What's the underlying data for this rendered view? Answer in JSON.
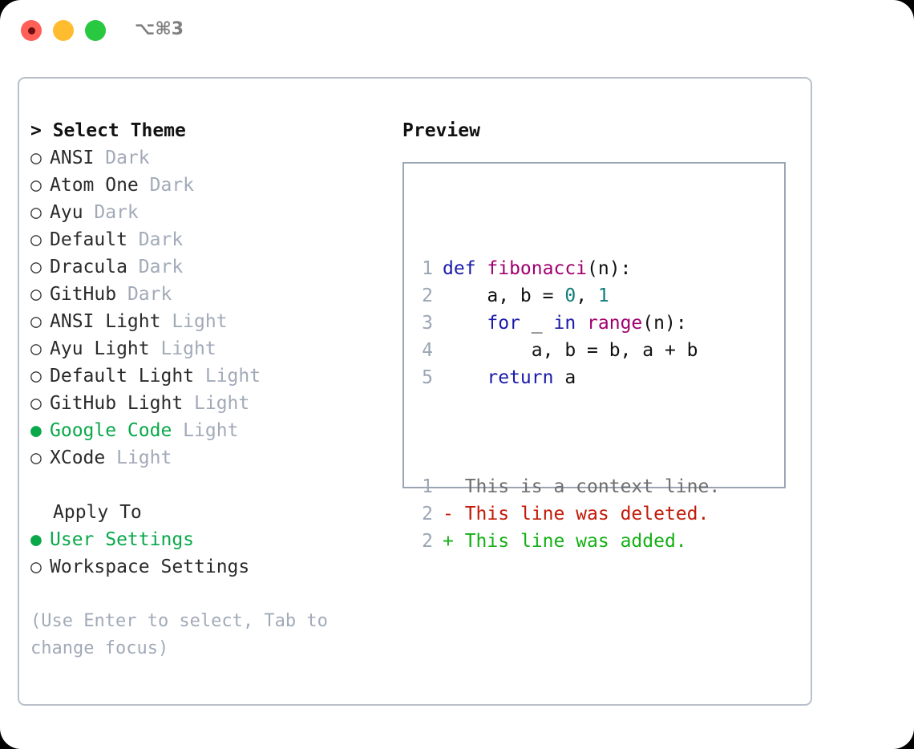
{
  "titlebar": {
    "shortcut": "⌥⌘3",
    "dots": [
      {
        "name": "close",
        "color": "#ff5f57",
        "inner": true
      },
      {
        "name": "minimize",
        "color": "#febc2e",
        "inner": false
      },
      {
        "name": "maximize",
        "color": "#28c840",
        "inner": false
      }
    ]
  },
  "theme_picker": {
    "header": "> Select Theme",
    "markers": {
      "selected": "●",
      "unselected": "○"
    },
    "items": [
      {
        "marker": "○",
        "name": "ANSI",
        "tag": "Dark",
        "selected": false
      },
      {
        "marker": "○",
        "name": "Atom One",
        "tag": "Dark",
        "selected": false
      },
      {
        "marker": "○",
        "name": "Ayu",
        "tag": "Dark",
        "selected": false
      },
      {
        "marker": "○",
        "name": "Default",
        "tag": "Dark",
        "selected": false
      },
      {
        "marker": "○",
        "name": "Dracula",
        "tag": "Dark",
        "selected": false
      },
      {
        "marker": "○",
        "name": "GitHub",
        "tag": "Dark",
        "selected": false
      },
      {
        "marker": "○",
        "name": "ANSI Light",
        "tag": "Light",
        "selected": false
      },
      {
        "marker": "○",
        "name": "Ayu Light",
        "tag": "Light",
        "selected": false
      },
      {
        "marker": "○",
        "name": "Default Light",
        "tag": "Light",
        "selected": false
      },
      {
        "marker": "○",
        "name": "GitHub Light",
        "tag": "Light",
        "selected": false
      },
      {
        "marker": "●",
        "name": "Google Code",
        "tag": "Light",
        "selected": true
      },
      {
        "marker": "○",
        "name": "XCode",
        "tag": "Light",
        "selected": false
      }
    ]
  },
  "apply_to": {
    "header": "Apply To",
    "items": [
      {
        "marker": "●",
        "name": "User Settings",
        "selected": true
      },
      {
        "marker": "○",
        "name": "Workspace Settings",
        "selected": false
      }
    ]
  },
  "hint": "(Use Enter to select, Tab to change focus)",
  "preview": {
    "title": "Preview",
    "code_lines": [
      {
        "n": "1",
        "tokens": [
          {
            "t": "def ",
            "c": "kw"
          },
          {
            "t": "fibonacci",
            "c": "fn"
          },
          {
            "t": "(n):",
            "c": "pn"
          }
        ]
      },
      {
        "n": "2",
        "tokens": [
          {
            "t": "    a, b = ",
            "c": "pn"
          },
          {
            "t": "0",
            "c": "num"
          },
          {
            "t": ", ",
            "c": "pn"
          },
          {
            "t": "1",
            "c": "num"
          }
        ]
      },
      {
        "n": "3",
        "tokens": [
          {
            "t": "    ",
            "c": "pn"
          },
          {
            "t": "for",
            "c": "kw"
          },
          {
            "t": " _ ",
            "c": "pn"
          },
          {
            "t": "in",
            "c": "kw"
          },
          {
            "t": " ",
            "c": "pn"
          },
          {
            "t": "range",
            "c": "fn"
          },
          {
            "t": "(n):",
            "c": "pn"
          }
        ]
      },
      {
        "n": "4",
        "tokens": [
          {
            "t": "        a, b = b, a + b",
            "c": "pn"
          }
        ]
      },
      {
        "n": "5",
        "tokens": [
          {
            "t": "    ",
            "c": "pn"
          },
          {
            "t": "return",
            "c": "kw"
          },
          {
            "t": " a",
            "c": "pn"
          }
        ]
      }
    ],
    "diff_lines": [
      {
        "n": "1",
        "sign": " ",
        "text": " This is a context line.",
        "kind": "d-ctx"
      },
      {
        "n": "2",
        "sign": "-",
        "text": " This line was deleted.",
        "kind": "d-del"
      },
      {
        "n": "2",
        "sign": "+",
        "text": " This line was added.",
        "kind": "d-add"
      }
    ]
  },
  "colors": {
    "accent_green": "#09a84a",
    "tag_gray": "#a2aab8",
    "border": "#b9c0cc",
    "preview_border": "#9aa5b4",
    "keyword": "#1a1aaa",
    "function": "#a0006e",
    "number": "#0e7c7b",
    "diff_add": "#14b014",
    "diff_del": "#c21807",
    "diff_ctx": "#6e6e6e"
  }
}
